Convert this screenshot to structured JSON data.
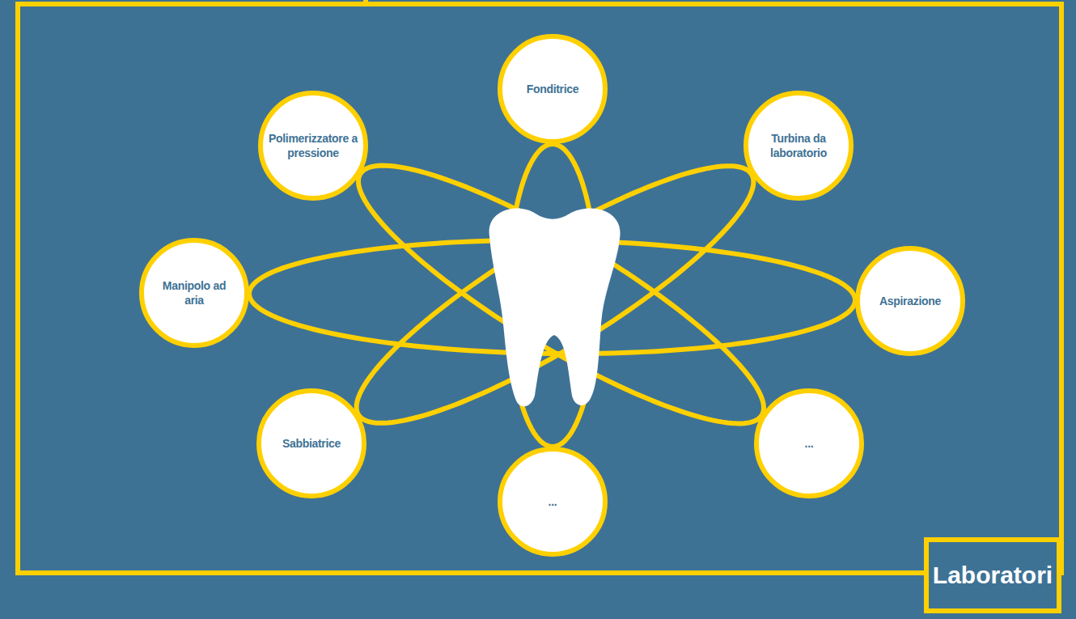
{
  "diagram": {
    "nodes": [
      {
        "text": [
          "Fonditrice"
        ]
      },
      {
        "text": [
          "Polimerizzatore a pressione"
        ]
      },
      {
        "text": [
          "Turbina da laboratorio"
        ]
      },
      {
        "text": [
          "Manipolo ad aria"
        ]
      },
      {
        "text": [
          "Aspirazione"
        ]
      },
      {
        "text": [
          "Sabbiatrice"
        ]
      },
      {
        "text": [
          "..."
        ]
      },
      {
        "text": [
          "..."
        ]
      },
      {
        "text": [
          "Laboratori"
        ]
      }
    ],
    "edges": [
      {
        "from": 0,
        "to": 7,
        "arrow": "none"
      },
      {
        "from": 0,
        "to": 7,
        "arrow": "none"
      },
      {
        "from": 3,
        "to": 4,
        "arrow": "none"
      },
      {
        "from": 3,
        "to": 4,
        "arrow": "none"
      },
      {
        "from": 1,
        "to": 6,
        "arrow": "none"
      },
      {
        "from": 1,
        "to": 6,
        "arrow": "none"
      },
      {
        "from": 2,
        "to": 5,
        "arrow": "none"
      },
      {
        "from": 2,
        "to": 5,
        "arrow": "none"
      }
    ]
  }
}
